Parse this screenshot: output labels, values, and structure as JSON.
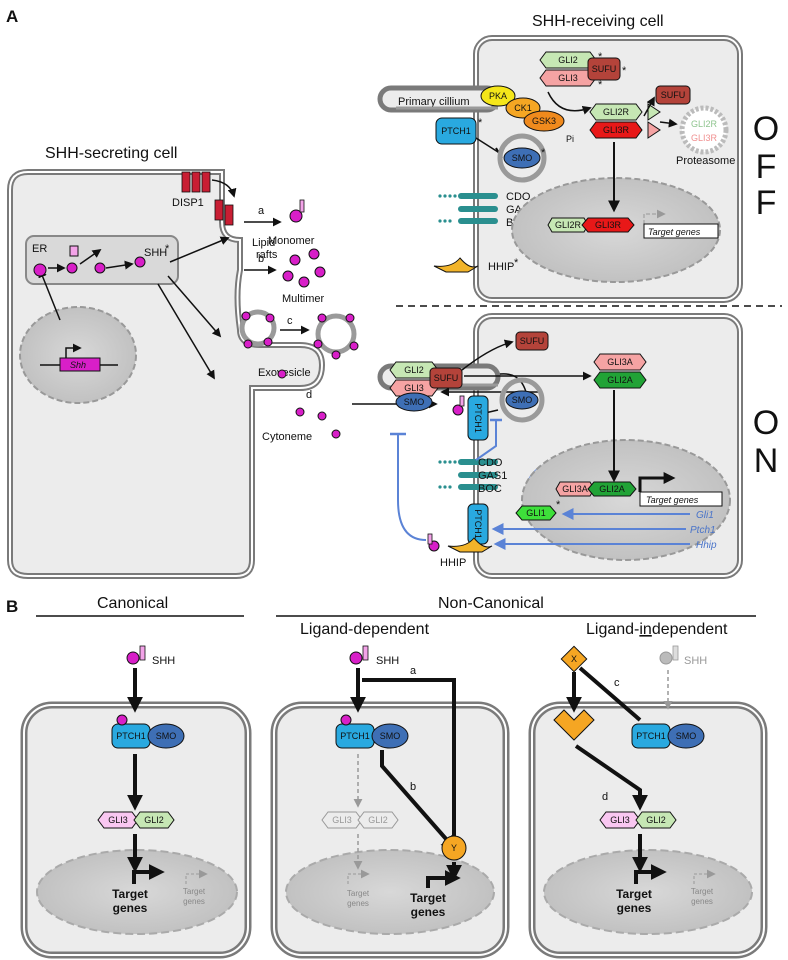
{
  "panel_a": {
    "letter": "A",
    "secreting_title": "SHH-secreting cell",
    "receiving_title": "SHH-receiving cell",
    "state_off": "O F F",
    "state_on": "O N",
    "labels": {
      "er": "ER",
      "shh_gene": "Shh",
      "shh": "SHH",
      "asterisk": "*",
      "disp1": "DISP1",
      "lipid_rafts": "Lipid rafts",
      "a": "a",
      "b": "b",
      "c": "c",
      "d": "d",
      "monomer": "Monomer",
      "multimer": "Multimer",
      "exovesicle": "Exovesicle",
      "cytoneme": "Cytoneme",
      "primary_cilium": "Primary cillium",
      "pka": "PKA",
      "ck1": "CK1",
      "gsk3": "GSK3",
      "pi": "Pi",
      "gli2": "GLI2",
      "gli3": "GLI3",
      "sufu": "SUFU",
      "gli2r": "GLI2R",
      "gli3r": "GLI3R",
      "proteasome": "Proteasome",
      "ptch1": "PTCH1",
      "smo": "SMO",
      "cdo": "CDO",
      "gas1": "GAS1",
      "boc": "BOC",
      "hhip": "HHIP",
      "target_genes": "Target genes",
      "gli3a": "GLI3A",
      "gli2a": "GLI2A",
      "gli1": "GLI1",
      "gli1_gene": "Gli1",
      "ptch1_gene": "Ptch1",
      "hhip_gene": "Hhip"
    }
  },
  "panel_b": {
    "letter": "B",
    "canonical": "Canonical",
    "non_canonical": "Non-Canonical",
    "ligand_dependent": "Ligand-dependent",
    "ligand_independent_pre": "Ligand-",
    "ligand_independent_u": "in",
    "ligand_independent_post": "dependent",
    "shh": "SHH",
    "ptch1": "PTCH1",
    "smo": "SMO",
    "gli3": "GLI3",
    "gli2": "GLI2",
    "x": "X",
    "y": "Y",
    "a": "a",
    "b": "b",
    "c": "c",
    "d": "d",
    "target": "Target",
    "genes": "genes"
  },
  "colors": {
    "magenta": "#d81fc8",
    "pink": "#f3a3e8",
    "ptch_blue": "#29a9e0",
    "smo_blue": "#3e6fb5",
    "gli2_green": "#c6e7b4",
    "gli3_pink": "#f5a3a3",
    "sufu_red": "#b4433a",
    "gli3r_red": "#e81818",
    "gli2a_green": "#21a336",
    "gli1_green": "#3ee03a",
    "pka_yellow": "#f5e61a",
    "ck1_orange": "#f5a623",
    "gsk3_orange": "#f08a1d",
    "disp_red": "#c81e33",
    "hhip_orange": "#f2b42a",
    "blue_arrow": "#5b83d6",
    "cdo_teal": "#2a8f8f"
  }
}
